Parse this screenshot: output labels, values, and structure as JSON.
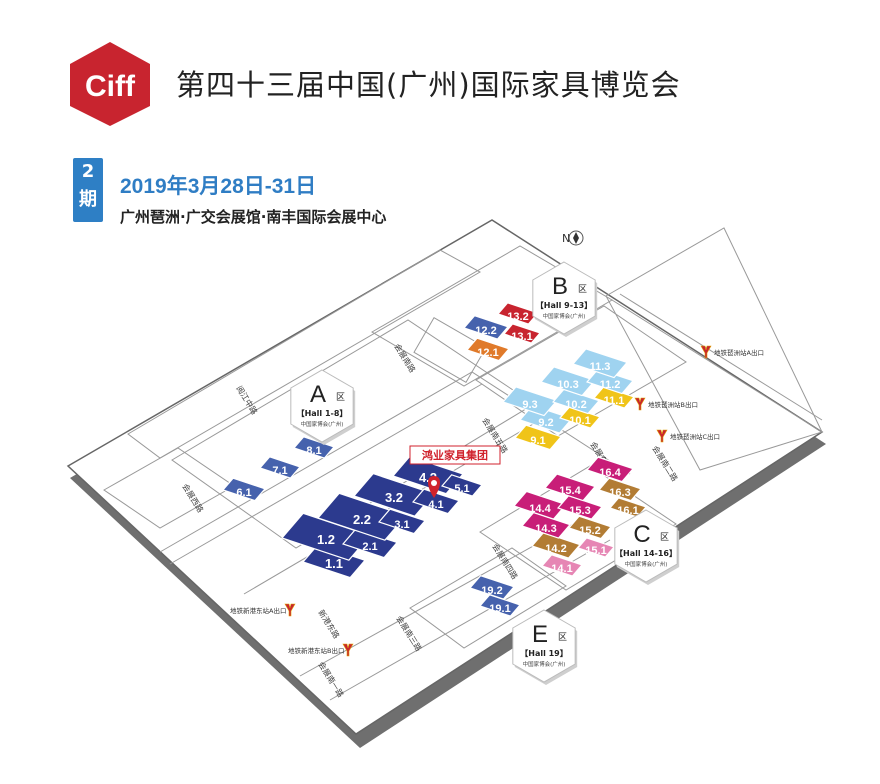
{
  "header": {
    "logo_text": "Ciff",
    "title": "第四十三届中国(广州)国际家具博览会",
    "phase_num": "2",
    "phase_char": "期",
    "date": "2019年3月28日-31日",
    "venue": "广州琶洲·广交会展馆·南丰国际会展中心"
  },
  "compass": "N",
  "roads": {
    "yuejiang": "阅江中路",
    "xingang": "新港东路",
    "huizhan_xi": "会展西路",
    "huizhan_nan": "会展南路",
    "huizhan_dong": "会展东路",
    "huizhan_san": "会展南三路",
    "huizhan_four": "会展南四路",
    "huizhan_one": "会展南一路",
    "huizhan_er": "会展南二路",
    "huizhan_wu": "会展南五路"
  },
  "zones": [
    {
      "letter": "A",
      "suffix": "区",
      "halls": "【Hall 1-8】",
      "org": "中国家博会(广州)"
    },
    {
      "letter": "B",
      "suffix": "区",
      "halls": "【Hall 9-13】",
      "org": "中国家博会(广州)"
    },
    {
      "letter": "C",
      "suffix": "区",
      "halls": "【Hall 14-16】",
      "org": "中国家博会(广州)"
    },
    {
      "letter": "E",
      "suffix": "区",
      "halls": "【Hall 19】",
      "org": "中国家博会(广州)"
    }
  ],
  "metro": [
    {
      "label": "地铁琶洲站A出口"
    },
    {
      "label": "地铁琶洲站B出口"
    },
    {
      "label": "地铁琶洲站C出口"
    },
    {
      "label": "地铁新港东站A出口"
    },
    {
      "label": "地铁新港东站B出口"
    }
  ],
  "marker": {
    "label": "鸿业家具集团"
  },
  "halls": [
    {
      "id": "1.1",
      "label": "1.1"
    },
    {
      "id": "1.2",
      "label": "1.2"
    },
    {
      "id": "2.1",
      "label": "2.1"
    },
    {
      "id": "2.2",
      "label": "2.2"
    },
    {
      "id": "3.1",
      "label": "3.1"
    },
    {
      "id": "3.2",
      "label": "3.2"
    },
    {
      "id": "4.1",
      "label": "4.1"
    },
    {
      "id": "4.2",
      "label": "4.2"
    },
    {
      "id": "5.1",
      "label": "5.1"
    },
    {
      "id": "6.1",
      "label": "6.1"
    },
    {
      "id": "7.1",
      "label": "7.1"
    },
    {
      "id": "8.1",
      "label": "8.1"
    },
    {
      "id": "9.1",
      "label": "9.1"
    },
    {
      "id": "9.2",
      "label": "9.2"
    },
    {
      "id": "9.3",
      "label": "9.3"
    },
    {
      "id": "10.1",
      "label": "10.1"
    },
    {
      "id": "10.2",
      "label": "10.2"
    },
    {
      "id": "10.3",
      "label": "10.3"
    },
    {
      "id": "11.1",
      "label": "11.1"
    },
    {
      "id": "11.2",
      "label": "11.2"
    },
    {
      "id": "11.3",
      "label": "11.3"
    },
    {
      "id": "12.1",
      "label": "12.1"
    },
    {
      "id": "12.2",
      "label": "12.2"
    },
    {
      "id": "13.1",
      "label": "13.1"
    },
    {
      "id": "13.2",
      "label": "13.2"
    },
    {
      "id": "14.1",
      "label": "14.1"
    },
    {
      "id": "14.2",
      "label": "14.2"
    },
    {
      "id": "14.3",
      "label": "14.3"
    },
    {
      "id": "14.4",
      "label": "14.4"
    },
    {
      "id": "15.1",
      "label": "15.1"
    },
    {
      "id": "15.2",
      "label": "15.2"
    },
    {
      "id": "15.3",
      "label": "15.3"
    },
    {
      "id": "15.4",
      "label": "15.4"
    },
    {
      "id": "16.1",
      "label": "16.1"
    },
    {
      "id": "16.3",
      "label": "16.3"
    },
    {
      "id": "16.4",
      "label": "16.4"
    },
    {
      "id": "19.1",
      "label": "19.1"
    },
    {
      "id": "19.2",
      "label": "19.2"
    }
  ],
  "colors": {
    "brand_red": "#c8242f",
    "phase_blue": "#2e7fc5",
    "hall_navy": "#2c3a8e",
    "hall_blue": "#4662ad",
    "hall_lightblue": "#9fd3f0",
    "hall_yellow": "#f0c419",
    "hall_brown": "#b27c34",
    "hall_orange": "#e07a2a",
    "hall_red": "#c8242f",
    "hall_magenta": "#c81e78",
    "hall_pink": "#e686b4"
  }
}
